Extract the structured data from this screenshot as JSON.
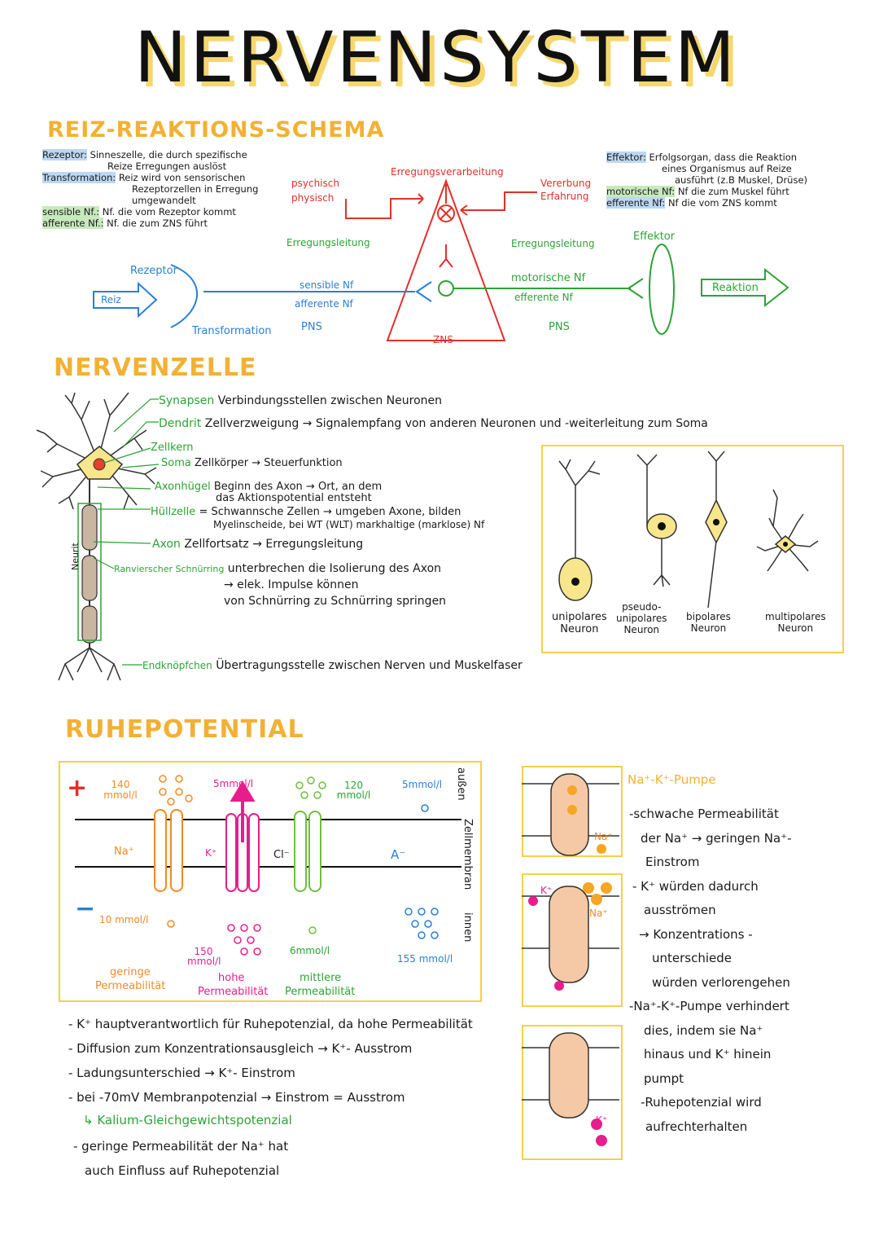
{
  "title": "NERVENSYSTEM",
  "schema": {
    "heading": "REIZ-REAKTIONS-SCHEMA",
    "definitions_left": [
      {
        "term": "Rezeptor:",
        "text": "Sinneszelle, die durch spezifische"
      },
      {
        "term": "",
        "text": "Reize Erregungen auslöst"
      },
      {
        "term": "Transformation:",
        "text": "Reiz wird von sensorischen"
      },
      {
        "term": "",
        "text": "Rezeptorzellen in Erregung"
      },
      {
        "term": "",
        "text": "umgewandelt"
      },
      {
        "term": "sensible Nf.:",
        "text": "Nf. die vom Rezeptor kommt"
      },
      {
        "term": "afferente Nf.:",
        "text": "Nf. die zum ZNS führt"
      }
    ],
    "definitions_right": [
      {
        "term": "Effektor:",
        "text": "Erfolgsorgan, dass die Reaktion"
      },
      {
        "term": "",
        "text": "eines Organismus auf Reize"
      },
      {
        "term": "",
        "text": "ausführt (z.B Muskel, Drüse)"
      },
      {
        "term": "motorische Nf:",
        "text": "Nf die zum Muskel führt"
      },
      {
        "term": "efferente Nf:",
        "text": "Nf die vom ZNS kommt"
      }
    ],
    "psychisch": "psychisch",
    "physisch": "physisch",
    "erregungsverarbeitung": "Erregungsverarbeitung",
    "vererbung": "Vererbung",
    "erfahrung": "Erfahrung",
    "erregungsleitung_left": "Erregungsleitung",
    "erregungsleitung_right": "Erregungsleitung",
    "effektor": "Effektor",
    "rezeptor": "Rezeptor",
    "reiz": "Reiz",
    "reaktion": "Reaktion",
    "sensible_nf": "sensible Nf",
    "afferente_nf": "afferente Nf",
    "motorische_nf": "motorische Nf",
    "efferente_nf": "efferente Nf",
    "pns_left": "PNS",
    "pns_right": "PNS",
    "zns": "ZNS",
    "transformation": "Transformation"
  },
  "nervenzelle": {
    "heading": "NERVENZELLE",
    "labels": [
      {
        "term": "Synapsen",
        "text": "Verbindungsstellen zwischen Neuronen"
      },
      {
        "term": "Dendrit",
        "text": "Zellverzweigung → Signalempfang von anderen Neuronen und -weiterleitung zum Soma"
      },
      {
        "term": "Zellkern",
        "text": ""
      },
      {
        "term": "Soma",
        "text": "Zellkörper → Steuerfunktion"
      },
      {
        "term": "Axonhügel",
        "text": "Beginn des Axon → Ort, an dem"
      },
      {
        "term": "",
        "text": "das Aktionspotential entsteht"
      },
      {
        "term": "Hüllzelle",
        "text": "= Schwannsche Zellen → umgeben Axone, bilden"
      },
      {
        "term": "",
        "text": "Myelinscheide, bei WT (WLT) markhaltige (marklose) Nf"
      },
      {
        "term": "Axon",
        "text": "Zellfortsatz → Erregungsleitung"
      },
      {
        "term": "Ranvierscher Schnürring",
        "text": "unterbrechen die Isolierung des Axon"
      },
      {
        "term": "",
        "text": "→ elek. Impulse können"
      },
      {
        "term": "",
        "text": "von Schnürring zu Schnürring springen"
      },
      {
        "term": "Endknöpfchen",
        "text": "Übertragungsstelle zwischen Nerven und Muskelfaser"
      }
    ],
    "neurit": "Neurit",
    "types": [
      {
        "line1": "unipolares",
        "line2": "Neuron",
        "line0": ""
      },
      {
        "line0": "pseudo-",
        "line1": "unipolares",
        "line2": "Neuron"
      },
      {
        "line1": "bipolares",
        "line2": "Neuron",
        "line0": ""
      },
      {
        "line1": "multipolares",
        "line2": "Neuron",
        "line0": ""
      }
    ]
  },
  "ruhepotential": {
    "heading": "RUHEPOTENTIAL",
    "plus": "+",
    "minus": "−",
    "na_out": "140 mmol/l",
    "na_label": "Na⁺",
    "na_in": "10 mmol/l",
    "na_perm_1": "geringe",
    "na_perm_2": "Permeabilität",
    "k_out": "5mmol/l",
    "k_label": "K⁺",
    "k_in": "150 mmol/l",
    "k_perm_1": "hohe",
    "k_perm_2": "Permeabilität",
    "cl_out": "120 mmol/l",
    "cl_label": "Cl⁻",
    "cl_in": "6mmol/l",
    "cl_perm_1": "mittlere",
    "cl_perm_2": "Permeabilität",
    "a_out": "5mmol/l",
    "a_label": "A⁻",
    "a_in": "155 mmol/l",
    "aussen": "außen",
    "zellmembran": "Zellmembran",
    "innen": "innen",
    "bullets": [
      "- K⁺ hauptverantwortlich für Ruhepotenzial, da hohe Permeabilität",
      "- Diffusion zum Konzentrationsausgleich → K⁺- Ausstrom",
      "- Ladungsunterschied → K⁺- Einstrom",
      "- bei -70mV Membranpotenzial → Einstrom = Ausstrom",
      "↳ Kalium-Gleichgewichtspotenzial",
      "- geringe Permeabilität der Na⁺ hat",
      "auch Einfluss auf Ruhepotenzial"
    ],
    "pump_title": "Na⁺-K⁺-Pumpe",
    "pump_lines": [
      "-schwache Permeabilität",
      "der Na⁺ → geringen Na⁺-",
      "Einstrom",
      "- K⁺ würden dadurch",
      "ausströmen",
      "→ Konzentrations -",
      "unterschiede",
      "würden verlorengehen",
      "-Na⁺-K⁺-Pumpe verhindert",
      "dies, indem sie Na⁺",
      "hinaus und K⁺ hinein",
      "pumpt",
      "-Ruhepotenzial wird",
      "aufrechterhalten"
    ],
    "pump_labels": {
      "na1": "Na⁺",
      "k2": "K⁺",
      "na2": "Na⁺",
      "k3": "K⁺"
    }
  },
  "colors": {
    "title_shadow": "#f5d76e",
    "heading": "#f2b134",
    "blue": "#2a7fd6",
    "green": "#2ca334",
    "red": "#e0302b",
    "orange": "#f08a24",
    "pink": "#e61e8c",
    "box": "#f5d04a"
  }
}
